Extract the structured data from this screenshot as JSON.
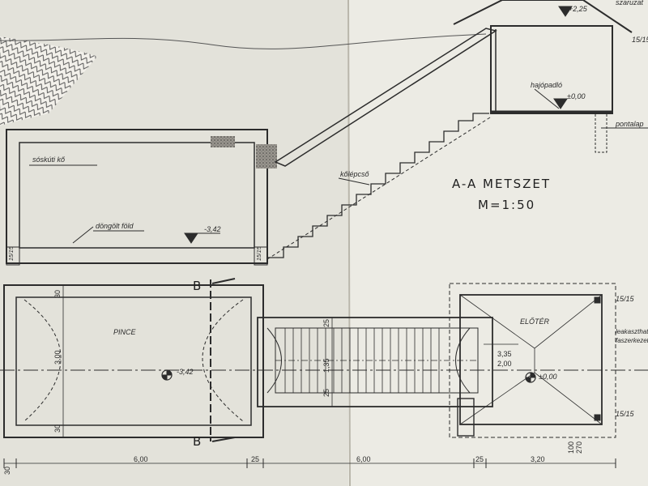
{
  "drawing": {
    "title": "A-A METSZET",
    "scale": "M=1:50",
    "section_marker": "B"
  },
  "section_labels": {
    "szaruzat": "szaruzat",
    "level_top": "+2,25",
    "hajopadlo": "hajópadló",
    "level_zero": "±0,00",
    "pontalap": "pontalap",
    "soskuti": "sóskúti kő",
    "kolepcso": "kőlépcső",
    "dongolt": "döngölt föld",
    "level_cellar": "-3,42",
    "size_right": "15/15",
    "post_left": "15/15",
    "post_right": "15/15"
  },
  "plan_labels": {
    "pince": "PINCE",
    "pince_level": "-3,42",
    "eloter": "ELŐTÉR",
    "eloter_level": "±0,00",
    "post_top": "15/15",
    "post_bottom": "15/15",
    "note1": "leakasztható",
    "note2": "faszerkezet"
  },
  "dimensions": {
    "pince_width": "3,00",
    "wall_top": "30",
    "wall_bottom": "30",
    "stair_width": "1,35",
    "stair_top": "25",
    "stair_bottom": "25",
    "eloter_w1": "3,35",
    "eloter_w2": "2,00",
    "bottom_100": "100",
    "bottom_270": "270",
    "run_left": "30",
    "run_600a": "6,00",
    "run_25a": "25",
    "run_600b": "6,00",
    "run_25b": "25",
    "run_320": "3,20"
  }
}
